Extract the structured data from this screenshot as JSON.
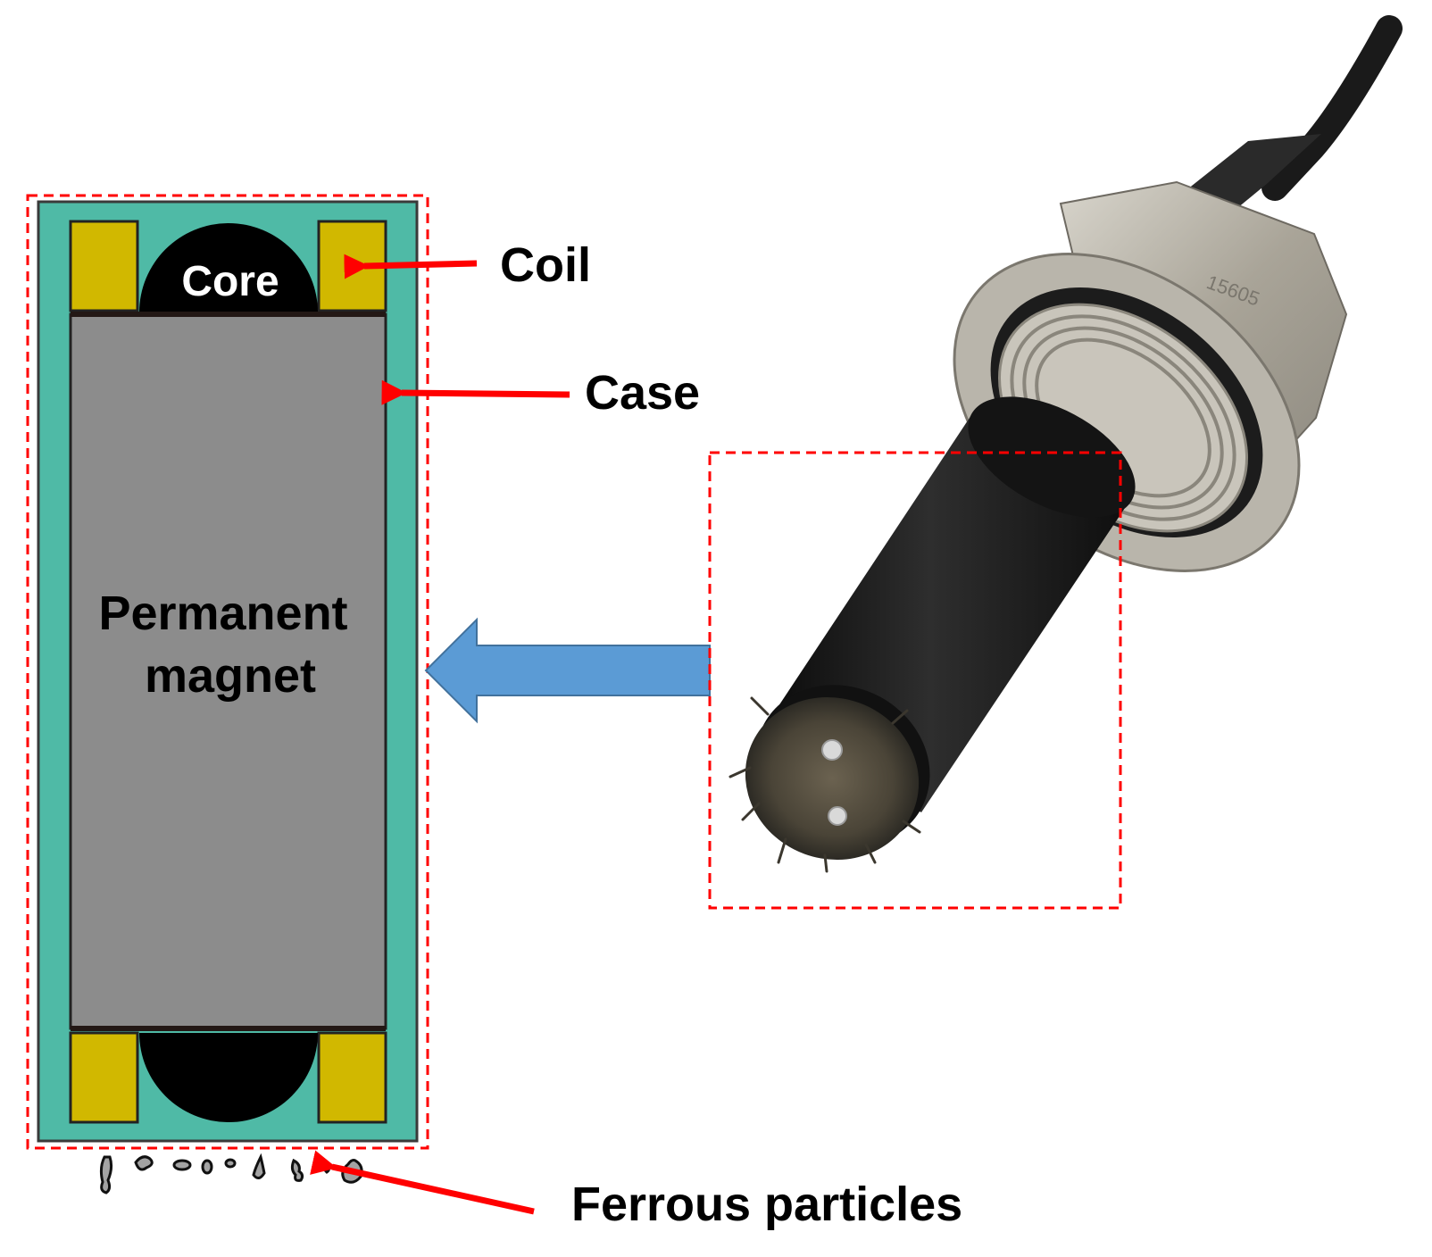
{
  "labels": {
    "core": "Core",
    "coil": "Coil",
    "case": "Case",
    "permanent_magnet_line1": "Permanent",
    "permanent_magnet_line2": "magnet",
    "ferrous_particles": "Ferrous particles",
    "sensor_marking": "15605"
  },
  "colors": {
    "case_fill": "#4fbaa6",
    "coil_fill": "#d1b800",
    "core_fill": "#000000",
    "magnet_fill": "#8c8c8c",
    "callout_arrow": "#ff0000",
    "dashed_box": "#ff0000",
    "transfer_arrow": "#5b9bd5"
  },
  "icons": {
    "transfer_arrow": "block-arrow-left",
    "sensor_photo": "magnetic-chip-detector-photo"
  }
}
